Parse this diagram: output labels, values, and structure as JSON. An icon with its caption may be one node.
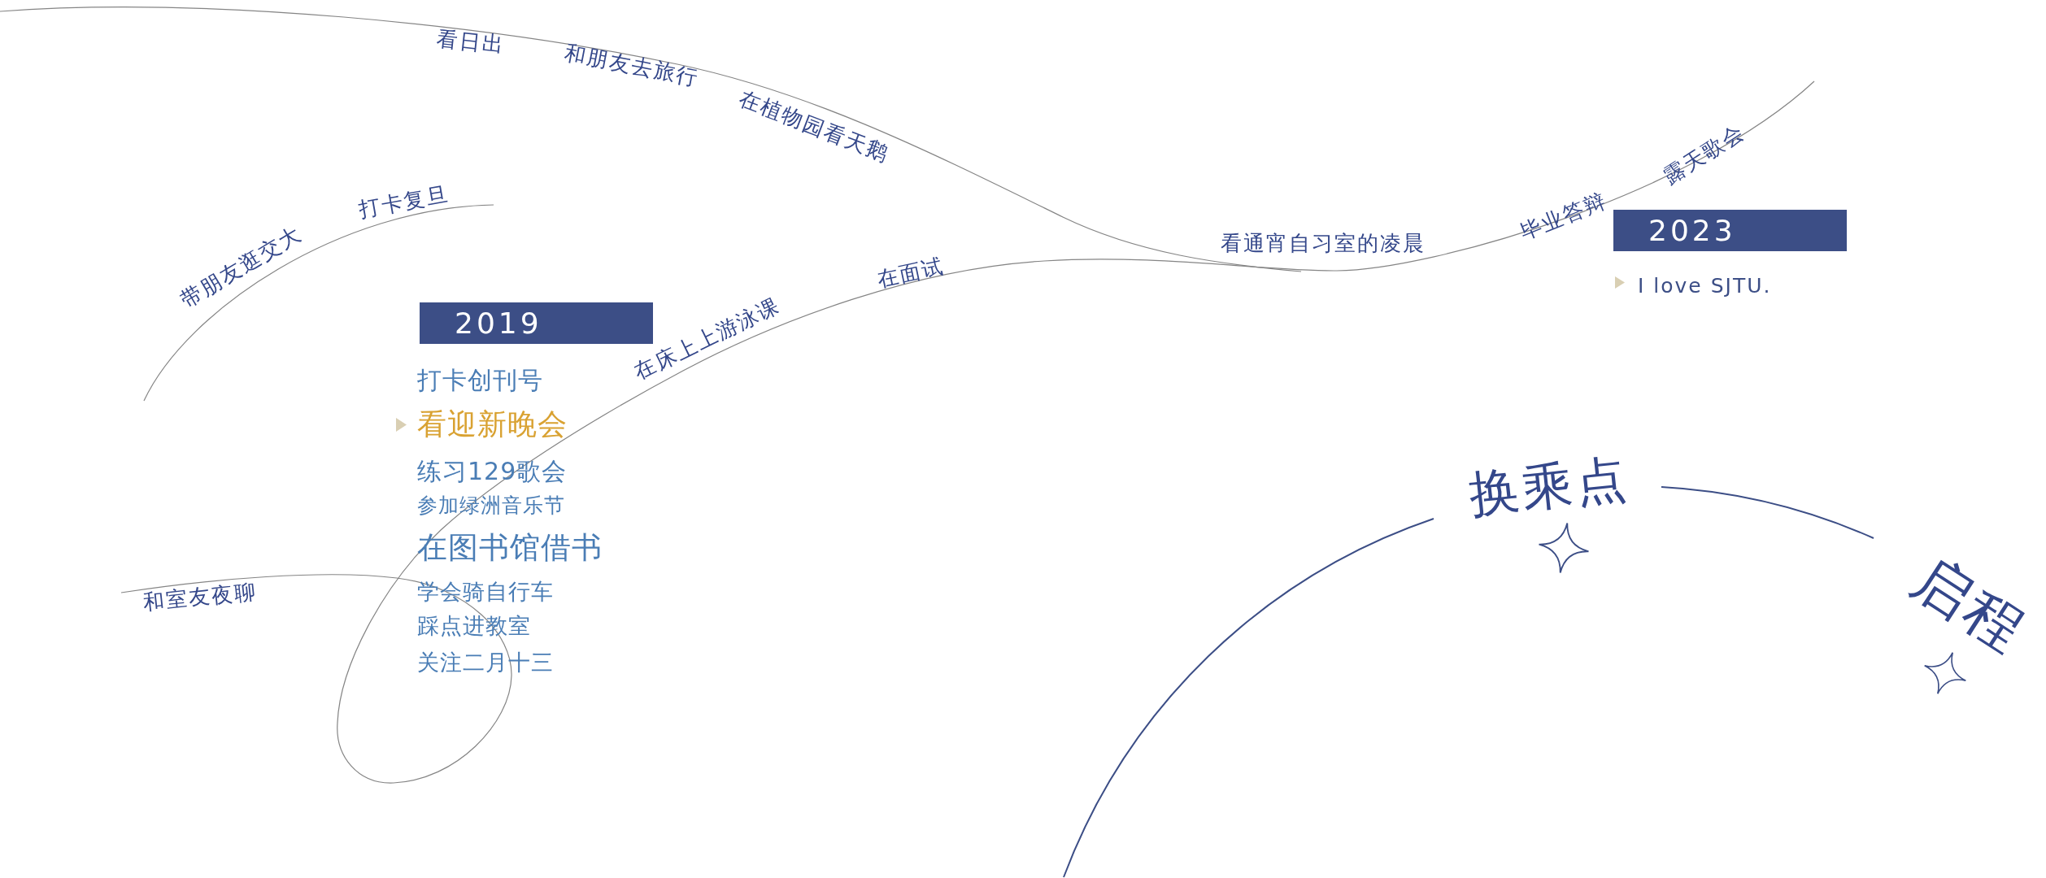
{
  "diagram": {
    "nodes": [
      {
        "text": [
          "2019"
        ],
        "beside": [
          "打卡创刊号",
          "看迎新晚会",
          "练习129歌会",
          "参加绿洲音乐节",
          "在图书馆借书",
          "学会骑自行车",
          "踩点进教室",
          "关注二月十三"
        ]
      },
      {
        "text": [
          "2023"
        ],
        "beside": [
          "I love SJTU."
        ]
      }
    ],
    "labels": [
      "看日出",
      "和朋友去旅行",
      "在植物园看天鹅",
      "带朋友逛交大",
      "打卡复旦",
      "在面试",
      "在床上上游泳课",
      "看通宵自习室的凌晨",
      "毕业答辩",
      "露天歌会",
      "和室友夜聊",
      "换乘点",
      "启程"
    ]
  }
}
